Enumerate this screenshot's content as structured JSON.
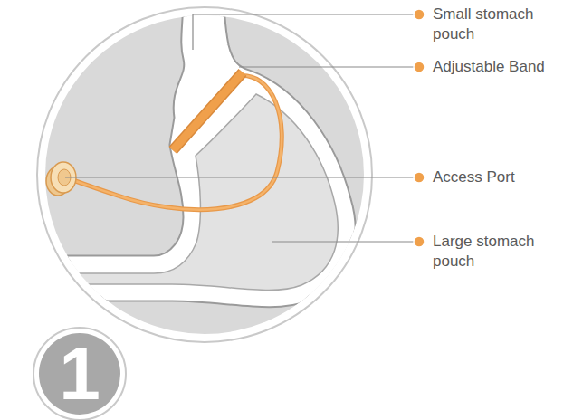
{
  "diagram": {
    "labels": [
      "Small stomach pouch",
      "Adjustable Band",
      "Access Port",
      "Large stomach pouch",
      "1"
    ]
  }
}
